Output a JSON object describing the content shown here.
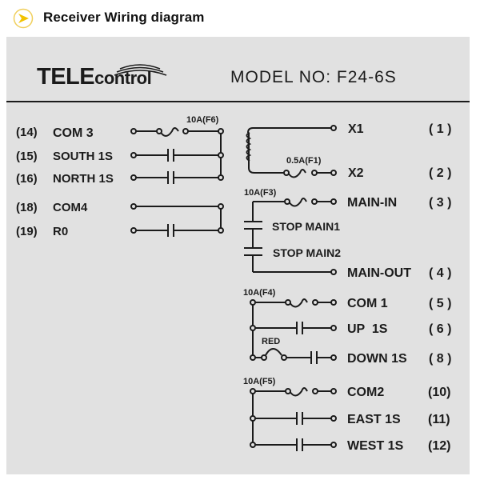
{
  "header": {
    "title": "Receiver Wiring diagram",
    "icon": "chevron-right-circle-icon",
    "icon_color": "#f2c200"
  },
  "brand": {
    "logo_bold": "TELE",
    "logo_light": "control",
    "model_label": "MODEL NO: F24-6S"
  },
  "left_terminals": [
    {
      "pin": "(14)",
      "name": "COM 3"
    },
    {
      "pin": "(15)",
      "name": "SOUTH 1S"
    },
    {
      "pin": "(16)",
      "name": "NORTH 1S"
    },
    {
      "pin": "(18)",
      "name": "COM4"
    },
    {
      "pin": "(19)",
      "name": "R0"
    }
  ],
  "fuses": {
    "f6": "10A(F6)",
    "f1": "0.5A(F1)",
    "f3": "10A(F3)",
    "f4": "10A(F4)",
    "f5": "10A(F5)"
  },
  "right_terminals": [
    {
      "name": "X1",
      "pin": "( 1 )"
    },
    {
      "name": "X2",
      "pin": "( 2 )"
    },
    {
      "name": "MAIN-IN",
      "pin": "( 3 )"
    },
    {
      "name": "MAIN-OUT",
      "pin": "( 4 )"
    },
    {
      "name": "COM 1",
      "pin": "( 5 )"
    },
    {
      "name": "UP  1S",
      "pin": "( 6 )"
    },
    {
      "name": "DOWN 1S",
      "pin": "( 8 )"
    },
    {
      "name": "COM2",
      "pin": "(10)"
    },
    {
      "name": "EAST 1S",
      "pin": "(11)"
    },
    {
      "name": "WEST 1S",
      "pin": "(12)"
    }
  ],
  "stop_labels": [
    "STOP MAIN1",
    "STOP MAIN2"
  ],
  "red_label": "RED"
}
